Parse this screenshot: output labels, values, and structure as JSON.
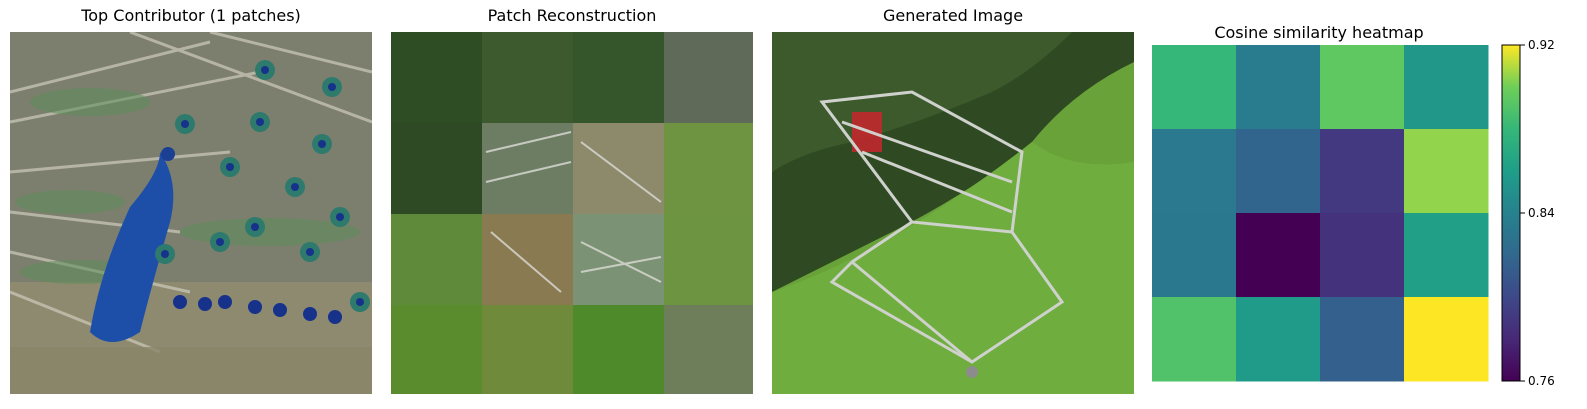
{
  "panels": {
    "p1_title": "Top Contributor (1 patches)",
    "p2_title": "Patch Reconstruction",
    "p3_title": "Generated Image"
  },
  "images": [
    {
      "name": "peacock-image",
      "depicts": "peacock displaying tail feathers with eye spots"
    },
    {
      "name": "patch-reconstruction-image",
      "depicts": "4x4 grid of patches of greenery, grass and shopping cart fragments"
    },
    {
      "name": "generated-image",
      "depicts": "abandoned shopping cart on grass beside bushes"
    }
  ],
  "colors": {
    "peacock_bg": "#7d7f6e",
    "peacock_blue": "#1e4fa8",
    "feather_green": "#5d8c5a",
    "grass": "#6aa23a",
    "bush": "#2f4a22",
    "cart": "#c9ccc8"
  },
  "chart_data": {
    "type": "heatmap",
    "title": "Cosine similarity heatmap",
    "rows": 4,
    "cols": 4,
    "values": [
      [
        0.88,
        0.835,
        0.895,
        0.855
      ],
      [
        0.833,
        0.818,
        0.79,
        0.905
      ],
      [
        0.832,
        0.76,
        0.786,
        0.862
      ],
      [
        0.89,
        0.858,
        0.815,
        0.92
      ]
    ],
    "vmin": 0.76,
    "vmax": 0.92,
    "colormap": "viridis",
    "colorbar_ticks": [
      "0.92",
      "0.84",
      "0.76"
    ],
    "colorbar_tick_values": [
      0.92,
      0.84,
      0.76
    ],
    "axes_visible": false
  }
}
